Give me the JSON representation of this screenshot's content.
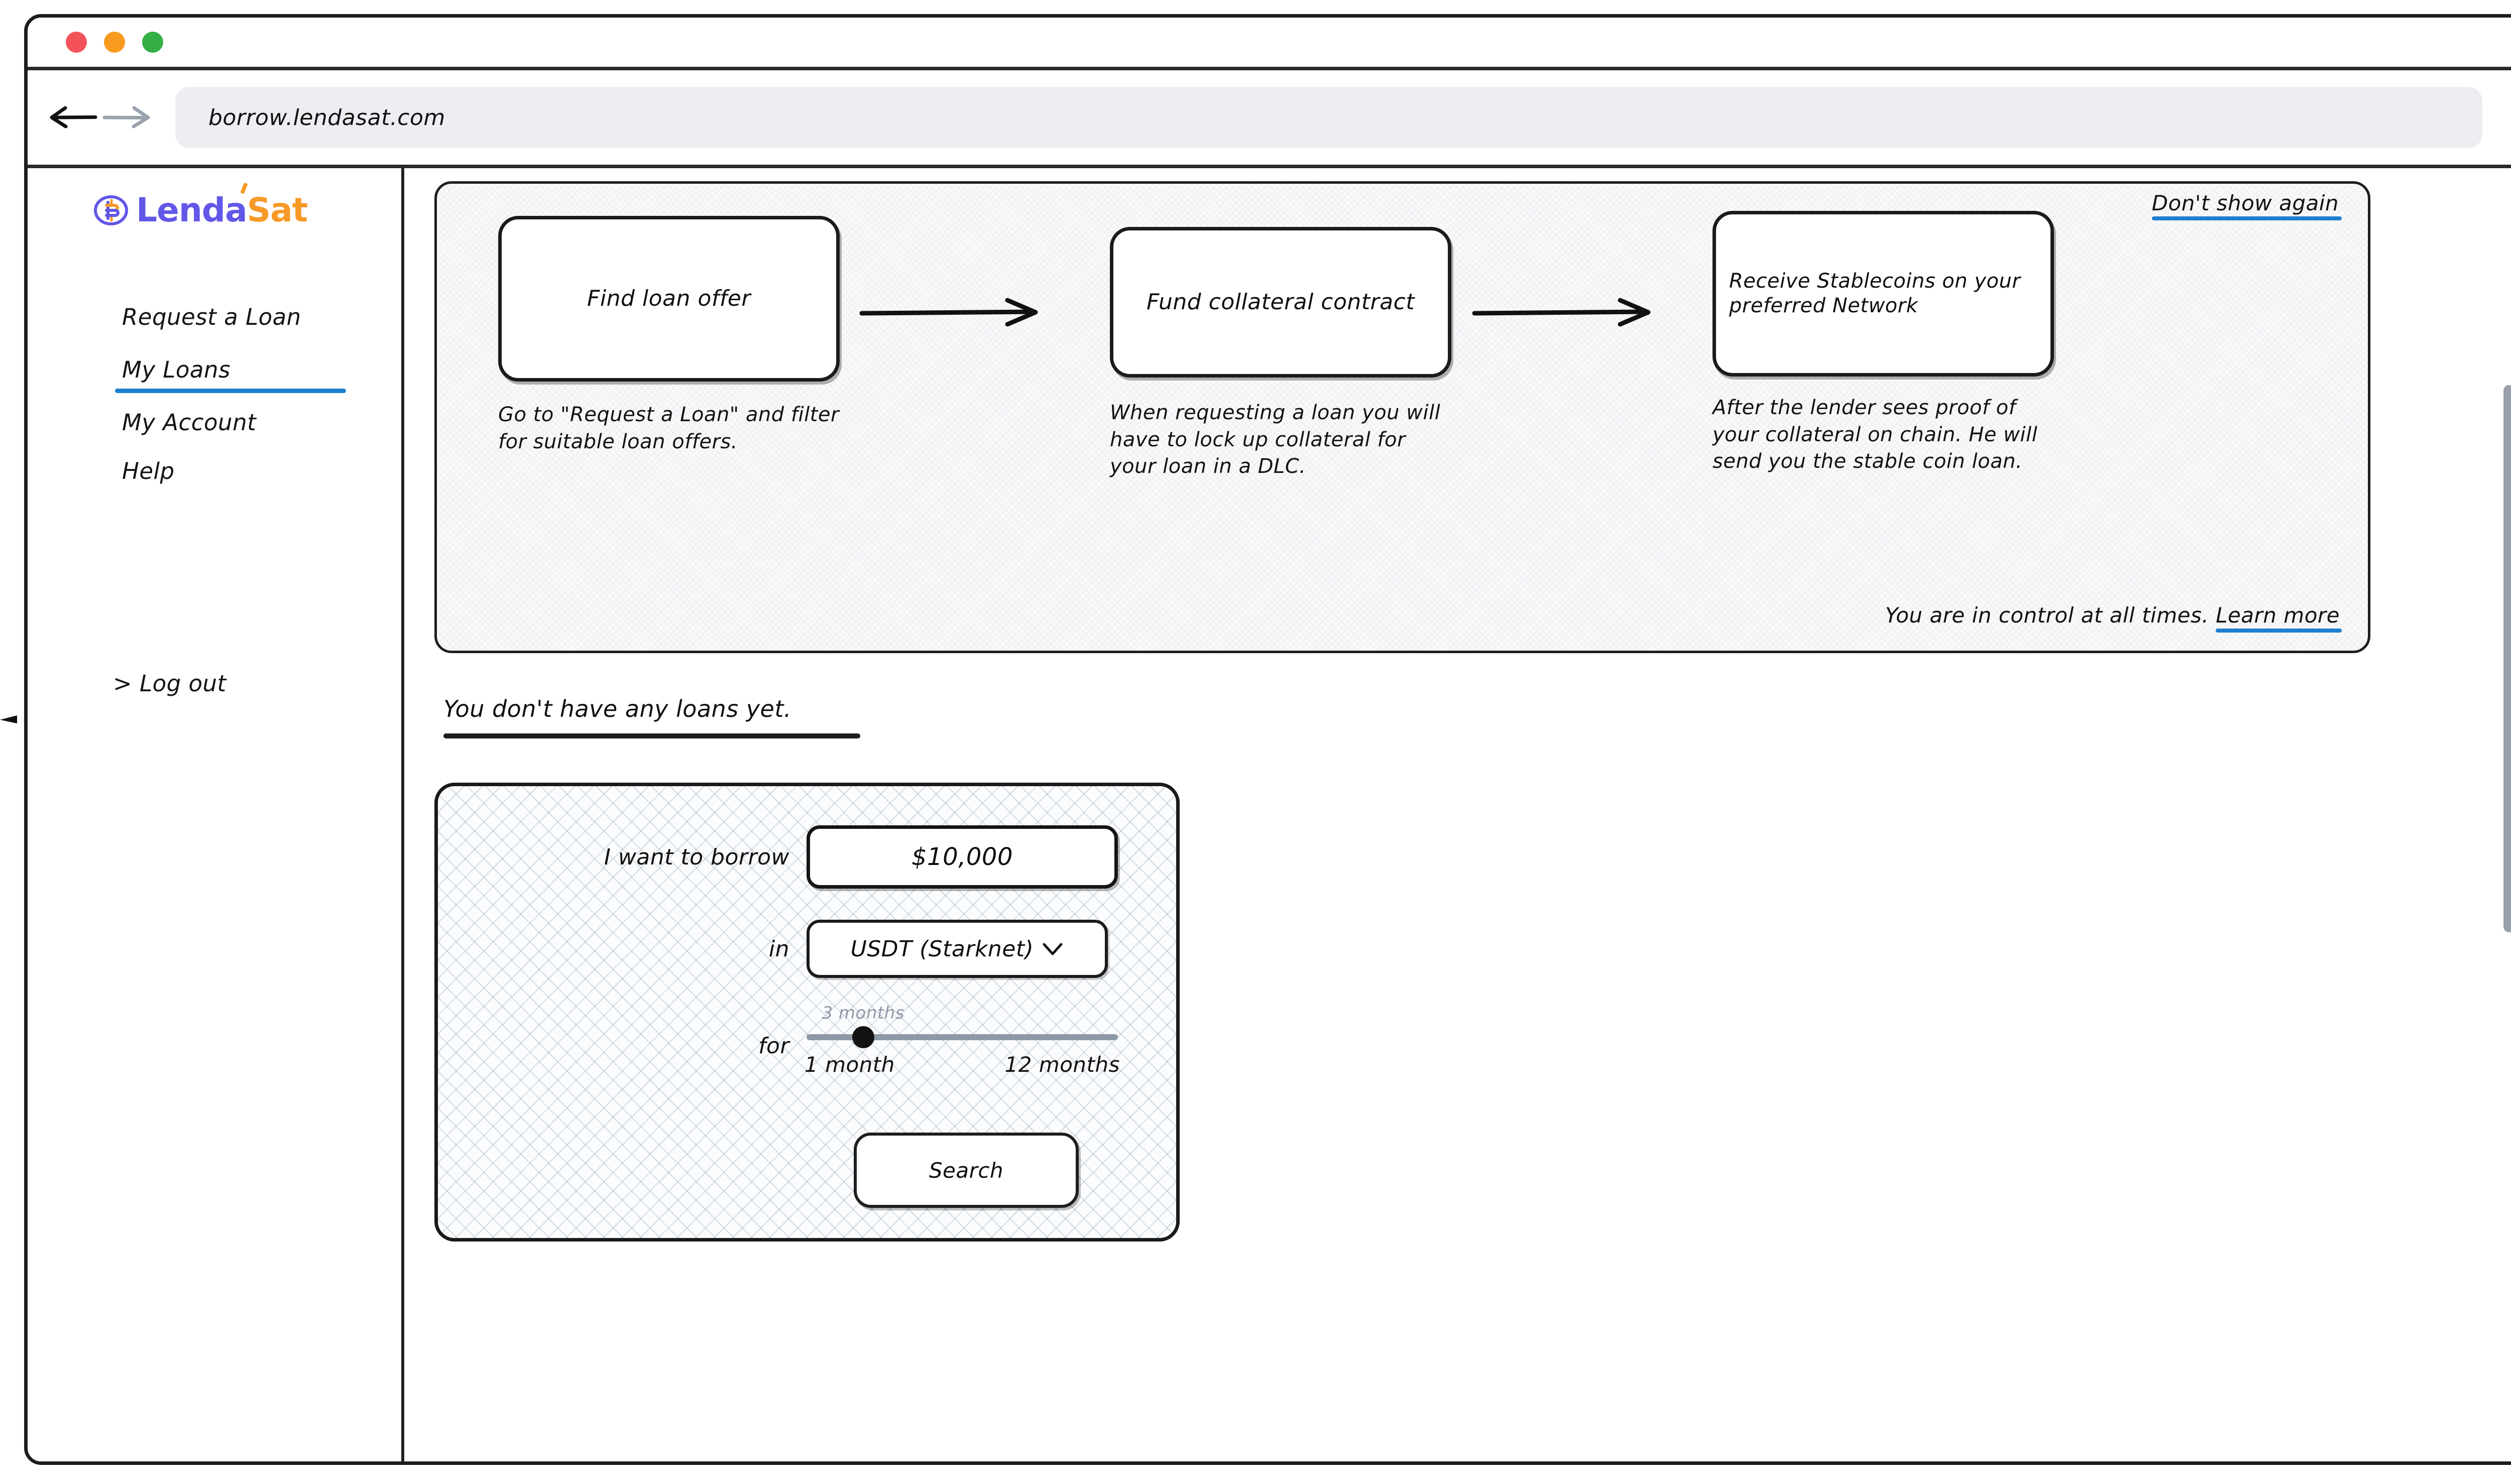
{
  "browser": {
    "traffic_lights": [
      "close",
      "minimize",
      "maximize"
    ],
    "back_label": "Back",
    "forward_label": "Forward",
    "url": "borrow.lendasat.com"
  },
  "sidebar": {
    "brand": {
      "lenda": "Lend",
      "accent_a": "a",
      "sat": "Sat",
      "mark": "bitcoin-circle-icon",
      "color_primary": "#6257e8",
      "color_accent": "#f79a28"
    },
    "items": [
      {
        "label": "Request a Loan",
        "active": false
      },
      {
        "label": "My Loans",
        "active": true
      },
      {
        "label": "My Account",
        "active": false
      },
      {
        "label": "Help",
        "active": false
      }
    ],
    "logout": "> Log out",
    "active_underline_color": "#1f7fd0"
  },
  "banner": {
    "dismiss_label": "Don't show again",
    "footnote_text": "You are in control at all times.",
    "learn_more_label": "Learn more",
    "link_color": "#1f7fd0",
    "steps": [
      {
        "title": "Find loan offer",
        "description": "Go to \"Request a Loan\" and filter for suitable loan offers."
      },
      {
        "title": "Fund collateral contract",
        "description": "When requesting a loan you will have to lock up collateral for your loan in a DLC."
      },
      {
        "title": "Receive Stablecoins on your preferred Network",
        "description": "After the lender sees proof of your collateral on chain. He will send you the stable coin loan."
      }
    ]
  },
  "main": {
    "empty_state_heading": "You don't have any loans yet."
  },
  "borrow_form": {
    "amount_label": "I want to borrow",
    "amount_value": "$10,000",
    "currency_label": "in",
    "currency_value": "USDT (Starknet)",
    "currency_chevron": "chevron-down-icon",
    "term_label": "for",
    "term_current": "3 months",
    "term_min": "1 month",
    "term_max": "12 months",
    "term_min_months": 1,
    "term_max_months": 12,
    "term_value_months": 3,
    "search_label": "Search"
  }
}
